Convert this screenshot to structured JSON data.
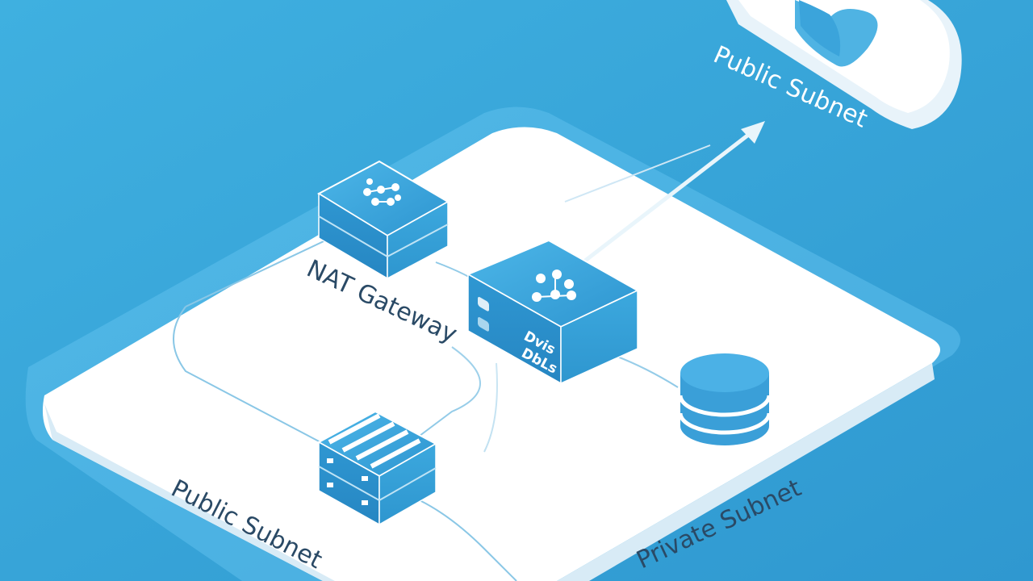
{
  "labels": {
    "cloud_label": "Public Subnet",
    "nat_gateway": "NAT Gateway",
    "public_subnet": "Public Subnet",
    "private_subnet": "Private Subnet",
    "router_text_line1": "Dvis",
    "router_text_line2": "DbLs"
  },
  "colors": {
    "background": "#3aa9dc",
    "platform": "#ffffff",
    "device_blue": "#3a9fd8",
    "label_text": "#2a4a66"
  },
  "icons": [
    "cloud-icon",
    "network-hub-icon",
    "server-stack-icon",
    "database-icon",
    "arrow-icon"
  ]
}
